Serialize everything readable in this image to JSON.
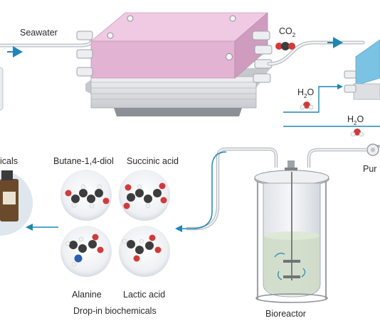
{
  "labels": {
    "seawater": "Seawater",
    "co2_main": "CO",
    "co2_sub": "2",
    "h2o_top_main": "H",
    "h2o_top_sub": "2",
    "h2o_top_tail": "O",
    "h2o_bottom_main": "H",
    "h2o_bottom_sub": "2",
    "h2o_bottom_tail": "O",
    "chemicals_partial": "icals",
    "pump_partial": "Pur",
    "butanediol": "Butane-1,4-diol",
    "succinic_acid": "Succinic acid",
    "alanine": "Alanine",
    "lactic_acid": "Lactic acid",
    "dropin": "Drop-in biochemicals",
    "bioreactor": "Bioreactor"
  },
  "colors": {
    "stack_pink": "#e6b9d6",
    "stack_pink_dark": "#c891b6",
    "stack_blue": "#8fd0ec",
    "plate_grey": "#dedfe2",
    "flow_arrow": "#1f86b5",
    "carbon_atom": "#3d3d3d",
    "oxygen_atom": "#d23a3a",
    "nitrogen_atom": "#2b5fb4",
    "hydrogen_atom": "#f2f2f2",
    "liquid": "#cfdcc8"
  },
  "icons": [
    "co2-molecule-icon",
    "water-molecule-icon",
    "pump-icon",
    "bottle-icon",
    "flow-arrow-icon"
  ]
}
